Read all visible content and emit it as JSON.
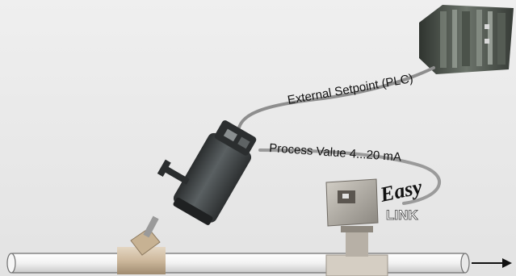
{
  "diagram": {
    "setpoint_label": "External Setpoint (PLC)",
    "process_label": "Process Value 4...20 mA",
    "logo_line1": "Easy",
    "logo_line2": "LINK",
    "colors": {
      "background": "#e9e9e9",
      "pipe_fill": "#f3f3f3",
      "cable": "#8e8e8e",
      "actuator": "#3f4344",
      "valve_body": "#c9b59a",
      "plc": "#3e443e",
      "arrow": "#111111"
    }
  }
}
